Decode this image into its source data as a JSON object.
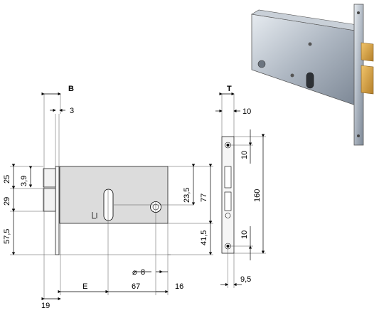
{
  "dimensions": {
    "B": "B",
    "d3": "3",
    "d25": "25",
    "d3_9": "3,9",
    "d29": "29",
    "d57_5": "57,5",
    "d23_5": "23,5",
    "d77": "77",
    "d41_5": "41,5",
    "d8": "8",
    "E": "E",
    "d67": "67",
    "d16": "16",
    "d19": "19",
    "T": "T",
    "d10_top": "10",
    "d10_a": "10",
    "d160": "160",
    "d10_b": "10",
    "d9_5": "9,5"
  },
  "symbols": {
    "diameter": "⌀"
  }
}
